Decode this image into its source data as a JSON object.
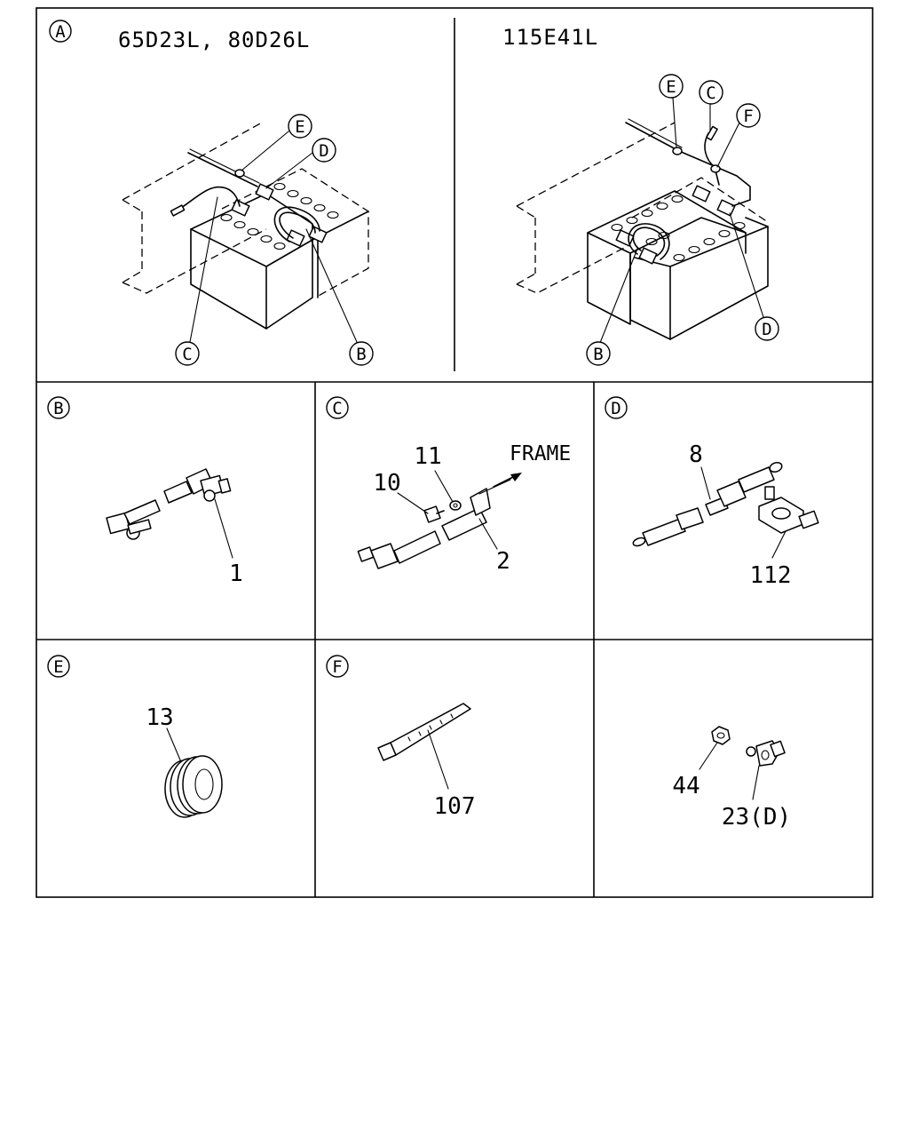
{
  "panel_a": {
    "marker": "A",
    "left_title": "65D23L, 80D26L",
    "right_title": "115E41L",
    "left_callouts": {
      "e": "E",
      "d": "D",
      "c": "C",
      "b": "B"
    },
    "right_callouts": {
      "e": "E",
      "c": "C",
      "f": "F",
      "b": "B",
      "d": "D"
    }
  },
  "panel_b": {
    "marker": "B",
    "part_1": "1"
  },
  "panel_c": {
    "marker": "C",
    "part_10": "10",
    "part_11": "11",
    "part_2": "2",
    "frame_label": "FRAME"
  },
  "panel_d": {
    "marker": "D",
    "part_8": "8",
    "part_112": "112"
  },
  "panel_e": {
    "marker": "E",
    "part_13": "13"
  },
  "panel_f": {
    "marker": "F",
    "part_107": "107"
  },
  "panel_g": {
    "part_44": "44",
    "part_23": "23(D)"
  }
}
